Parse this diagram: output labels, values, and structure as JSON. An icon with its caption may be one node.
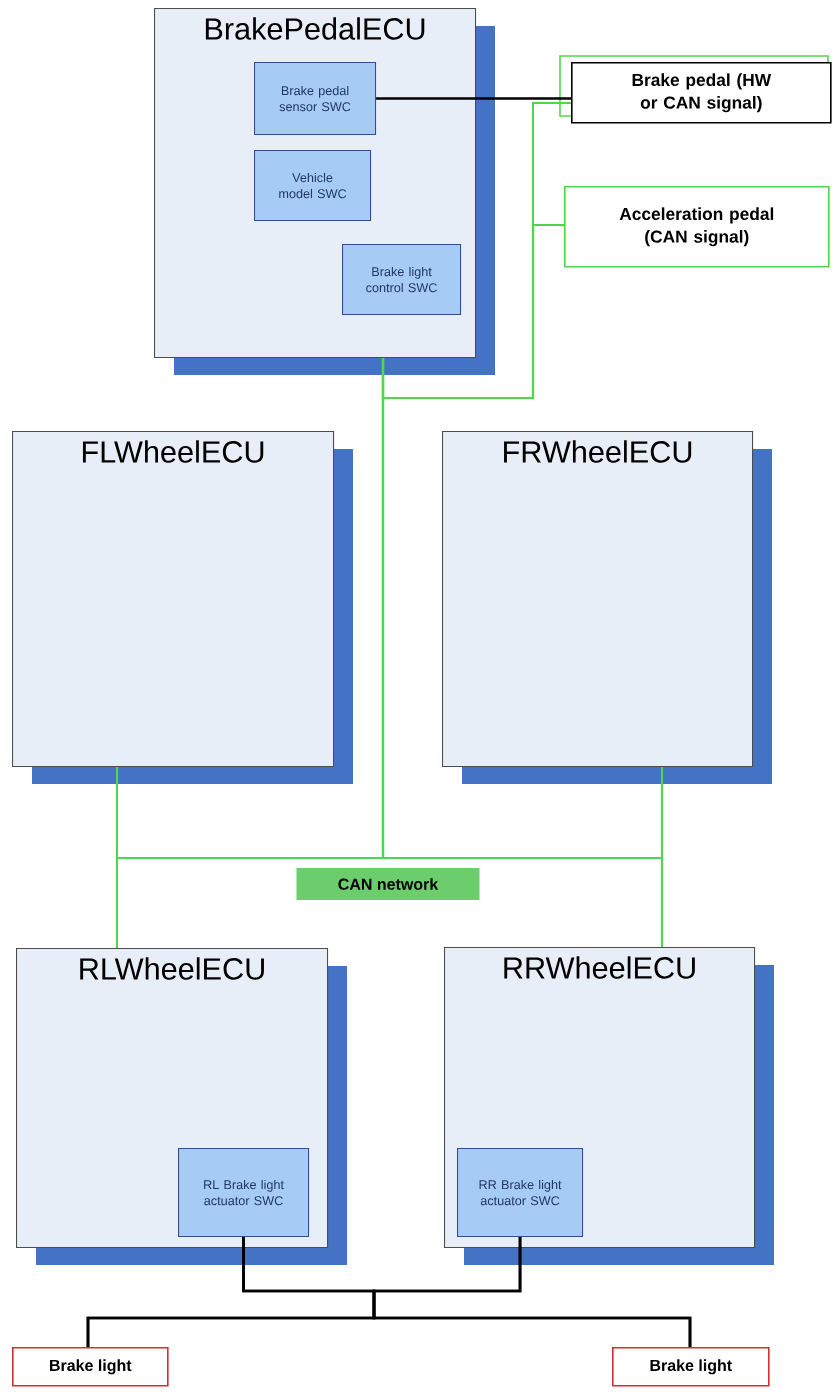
{
  "diagram": {
    "nodes": [
      {
        "text": [
          "BrakePedalECU"
        ]
      },
      {
        "text": [
          "Brake pedal sensor SWC"
        ],
        "in": 0
      },
      {
        "text": [
          "Vehicle model SWC"
        ],
        "in": 0
      },
      {
        "text": [
          "Brake light control SWC"
        ],
        "in": 0
      },
      {
        "text": [
          "Brake pedal (HW or CAN signal)"
        ]
      },
      {
        "text": [
          "Acceleration pedal (CAN signal)"
        ]
      },
      {
        "text": [
          "FLWheelECU"
        ]
      },
      {
        "text": [
          "FRWheelECU"
        ]
      },
      {
        "text": [
          "RLWheelECU"
        ]
      },
      {
        "text": [
          "RL Brake light actuator SWC"
        ],
        "in": 8
      },
      {
        "text": [
          "RRWheelECU"
        ]
      },
      {
        "text": [
          "RR Brake light actuator SWC"
        ],
        "in": 10
      },
      {
        "text": [
          "Brake light"
        ]
      },
      {
        "text": [
          "Brake light"
        ]
      }
    ],
    "edges": [
      {
        "from": 1,
        "to": 4,
        "arrow": "none",
        "color": "#000000"
      },
      {
        "from": 0,
        "to": 4,
        "arrow": "none"
      },
      {
        "from": 0,
        "to": 5,
        "arrow": "none"
      },
      {
        "from": 0,
        "to": 6,
        "arrow": "none"
      },
      {
        "from": 0,
        "to": 7,
        "arrow": "none"
      },
      {
        "from": 0,
        "to": 8,
        "arrow": "none"
      },
      {
        "from": 0,
        "to": 10,
        "arrow": "none"
      },
      {
        "from": 9,
        "to": 12,
        "arrow": "none",
        "color": "#000000"
      },
      {
        "from": 9,
        "to": 13,
        "arrow": "none",
        "color": "#000000"
      },
      {
        "from": 11,
        "to": 12,
        "arrow": "none",
        "color": "#000000"
      },
      {
        "from": 11,
        "to": 13,
        "arrow": "none",
        "color": "#000000"
      }
    ],
    "labels": [
      "CAN network"
    ]
  }
}
